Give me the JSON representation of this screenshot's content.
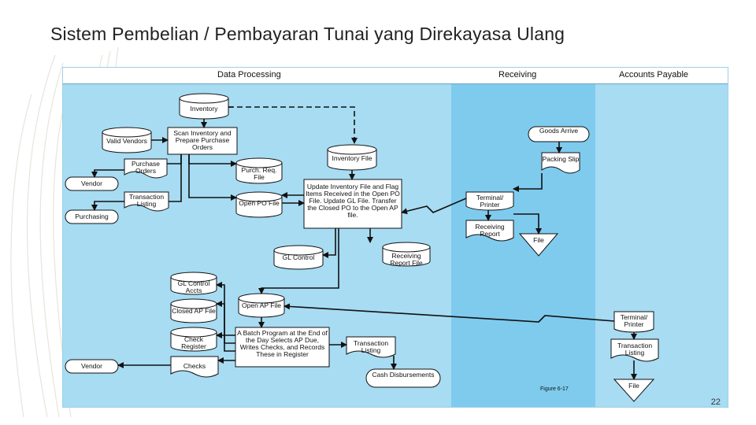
{
  "title": "Sistem Pembelian / Pembayaran Tunai yang Direkayasa Ulang",
  "columns": {
    "data_processing": "Data Processing",
    "receiving": "Receiving",
    "accounts_payable": "Accounts Payable"
  },
  "nodes": {
    "inventory": "Inventory",
    "valid_vendors": "Valid Vendors",
    "scan_inventory": "Scan Inventory and Prepare Purchase Orders",
    "purchase_orders": "Purchase Orders",
    "vendor_1": "Vendor",
    "transaction_listing_1": "Transaction Listing",
    "purchasing": "Purchasing",
    "purch_req_file": "Purch. Req. File",
    "open_po_file": "Open PO File",
    "inventory_file": "Inventory File",
    "update_process": "Update Inventory File and Flag Items Received in the Open PO File. Update GL File. Transfer the Closed PO to the Open AP file.",
    "gl_control": "GL Control",
    "receiving_report_file": "Receiving Report File",
    "goods_arrive": "Goods Arrive",
    "packing_slip": "Packing Slip",
    "terminal_printer_1": "Terminal/ Printer",
    "receiving_report": "Receiving Report",
    "file_1": "File",
    "gl_control_accts": "GL Control Accts",
    "closed_ap_file": "Closed AP File",
    "open_ap_file": "Open AP File",
    "check_register": "Check Register",
    "batch_program": "A Batch Program at the End of the Day Selects AP Due, Writes Checks, and Records These in Register",
    "transaction_listing_2": "Transaction Listing",
    "checks": "Checks",
    "vendor_2": "Vendor",
    "cash_disbursements": "Cash Disbursements",
    "terminal_printer_2": "Terminal/ Printer",
    "transaction_listing_3": "Transaction Listing",
    "file_2": "File"
  },
  "figure_caption": "Figure 6-17",
  "page_number": "22",
  "colors": {
    "panel": "#a7dcf3",
    "receiving_band": "#7fcbee",
    "shape_fill": "#ffffff",
    "stroke": "#111111"
  }
}
